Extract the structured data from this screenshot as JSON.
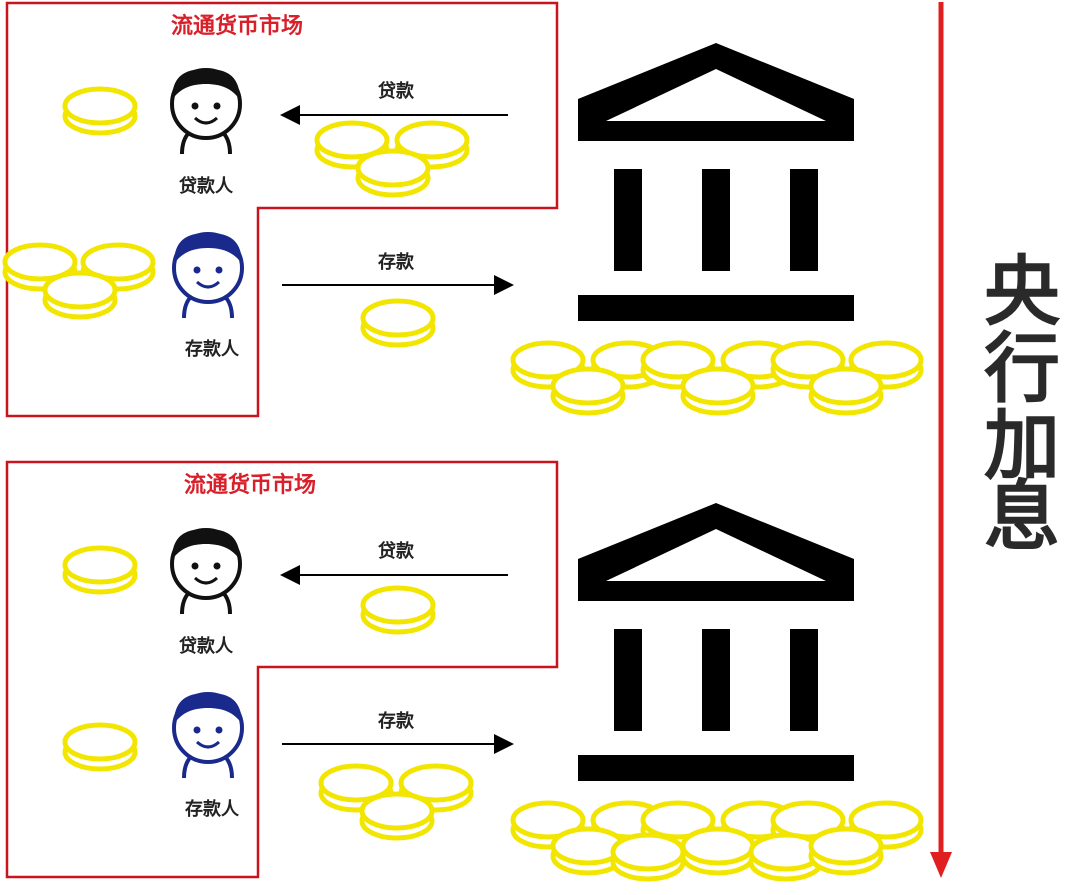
{
  "panels": [
    {
      "market_title": "流通货币市场",
      "borrower": {
        "label": "贷款人",
        "flow_label": "贷款"
      },
      "depositor": {
        "label": "存款人",
        "flow_label": "存款"
      }
    },
    {
      "market_title": "流通货币市场",
      "borrower": {
        "label": "贷款人",
        "flow_label": "贷款"
      },
      "depositor": {
        "label": "存款人",
        "flow_label": "存款"
      }
    }
  ],
  "side_label": [
    "央",
    "行",
    "加",
    "息"
  ],
  "colors": {
    "market_border": "#c8141e",
    "arrow_red": "#e02020",
    "coin_yellow": "#f2e600",
    "borrower_icon": "#111111",
    "depositor_icon": "#1a2a8c",
    "bank_icon": "#000000"
  },
  "icons": {
    "bank": "bank-icon",
    "coin": "coin-icon",
    "person": "person-icon"
  }
}
